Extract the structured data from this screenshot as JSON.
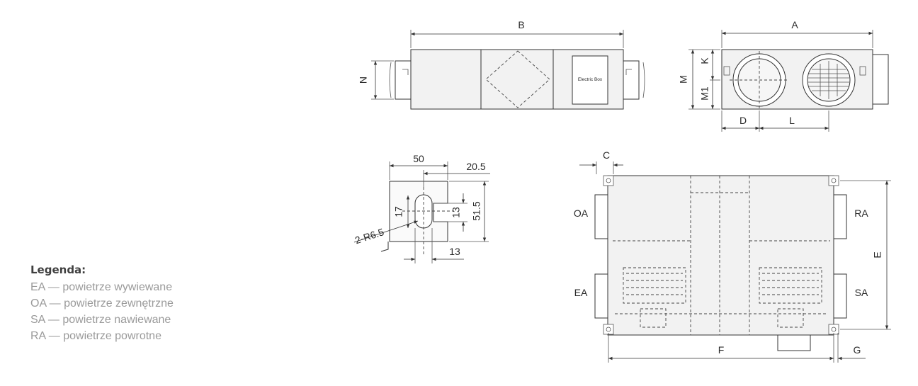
{
  "legend": {
    "title": "Legenda:",
    "items": [
      "EA — powietrze wywiewane",
      "OA — powietrze zewnętrzne",
      "SA — powietrze nawiewane",
      "RA — powietrze powrotne"
    ]
  },
  "front_view": {
    "dim_b": "B",
    "dim_n": "N",
    "electric_box": "Electric Box"
  },
  "side_view": {
    "dim_a": "A",
    "dim_m": "M",
    "dim_k": "K",
    "dim_m1": "M1",
    "dim_d": "D",
    "dim_l": "L"
  },
  "bracket_detail": {
    "dim_50": "50",
    "dim_20_5": "20.5",
    "dim_17": "17",
    "dim_13_v": "13",
    "dim_51_5": "51.5",
    "dim_radius": "2-R6.5",
    "dim_13_h": "13"
  },
  "top_view": {
    "dim_c": "C",
    "dim_e": "E",
    "dim_f": "F",
    "dim_g": "G",
    "port_oa": "OA",
    "port_ea": "EA",
    "port_ra": "RA",
    "port_sa": "SA"
  }
}
